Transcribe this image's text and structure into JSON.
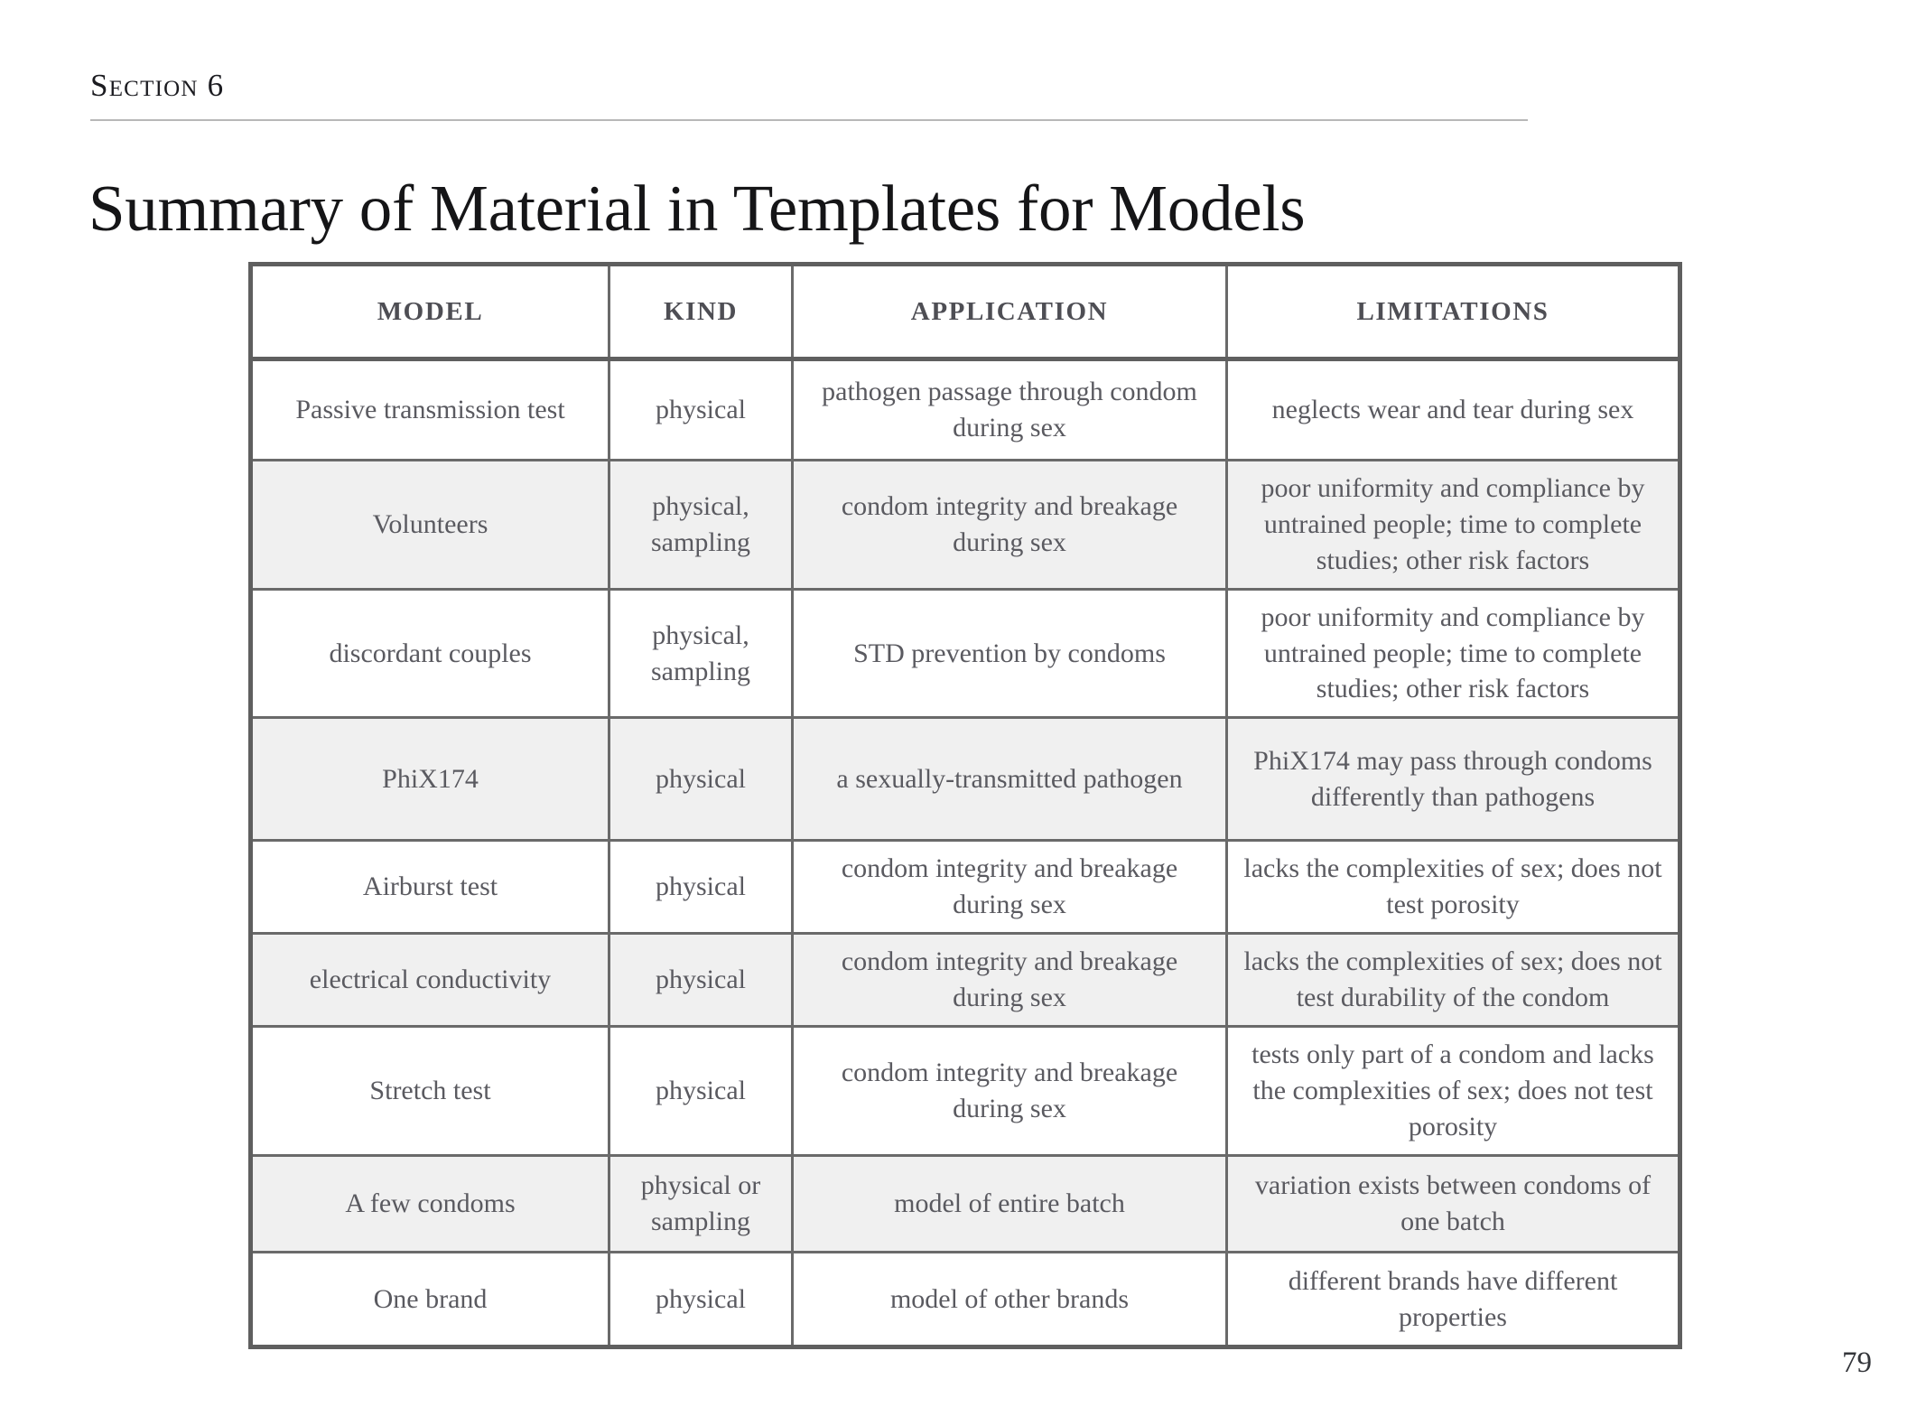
{
  "document": {
    "eyebrow": "Section 6",
    "title": "Summary of Material in Templates for Models",
    "page_number": "79"
  },
  "colors": {
    "title_text": "#151517",
    "eyebrow_text": "#1b1b20",
    "header_rule": "#b8b8b8",
    "table_outer_border": "#5f5f5f",
    "table_inner_border": "#6a6a6a",
    "table_text": "#5a5a60",
    "table_header_text": "#4e4e54",
    "row_shaded_background": "#f0f0f0",
    "row_plain_background": "#ffffff",
    "page_number_text": "#33353a"
  },
  "table": {
    "columns": [
      "MODEL",
      "KIND",
      "APPLICATION",
      "LIMITATIONS"
    ],
    "rows": [
      {
        "shaded": false,
        "model": "Passive transmission test",
        "kind": "physical",
        "application": "pathogen passage through condom during sex",
        "limitations": "neglects wear and tear during sex"
      },
      {
        "shaded": true,
        "model": "Volunteers",
        "kind": "physical, sampling",
        "application": "condom integrity and breakage during sex",
        "limitations": "poor uniformity and compliance by untrained people; time to complete studies; other risk factors"
      },
      {
        "shaded": false,
        "model": "discordant couples",
        "kind": "physical, sampling",
        "application": "STD prevention by condoms",
        "limitations": "poor uniformity and compliance by untrained people; time to complete studies; other risk factors"
      },
      {
        "shaded": true,
        "model": "PhiX174",
        "kind": "physical",
        "application": "a sexually-transmitted pathogen",
        "limitations": "PhiX174 may pass through condoms differently than pathogens"
      },
      {
        "shaded": false,
        "model": "Airburst test",
        "kind": "physical",
        "application": "condom integrity and breakage during sex",
        "limitations": "lacks the complexities of sex; does not test porosity"
      },
      {
        "shaded": true,
        "model": "electrical conductivity",
        "kind": "physical",
        "application": "condom integrity and breakage during sex",
        "limitations": "lacks the complexities of sex; does not test durability of the condom"
      },
      {
        "shaded": false,
        "model": "Stretch test",
        "kind": "physical",
        "application": "condom integrity and breakage during sex",
        "limitations": "tests only part of a condom and lacks the complexities of sex; does not test porosity"
      },
      {
        "shaded": true,
        "model": "A few condoms",
        "kind": "physical or sampling",
        "application": "model of entire batch",
        "limitations": "variation exists between condoms of one batch"
      },
      {
        "shaded": false,
        "model": "One brand",
        "kind": "physical",
        "application": "model of other brands",
        "limitations": "different brands have different properties"
      }
    ]
  }
}
